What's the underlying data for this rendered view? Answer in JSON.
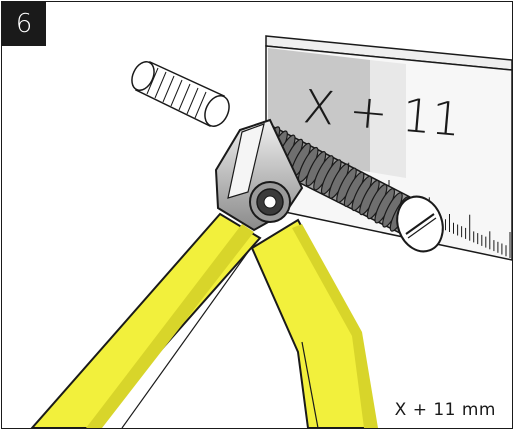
{
  "step": {
    "number": "6"
  },
  "ruler": {
    "formula_label": "X + 11"
  },
  "caption": {
    "text": "X + 11 mm"
  },
  "colors": {
    "handle_yellow": "#f2f03c",
    "outline": "#1a1a1a",
    "metal": "#d9d9d9",
    "shade": "#8c8c8c"
  }
}
